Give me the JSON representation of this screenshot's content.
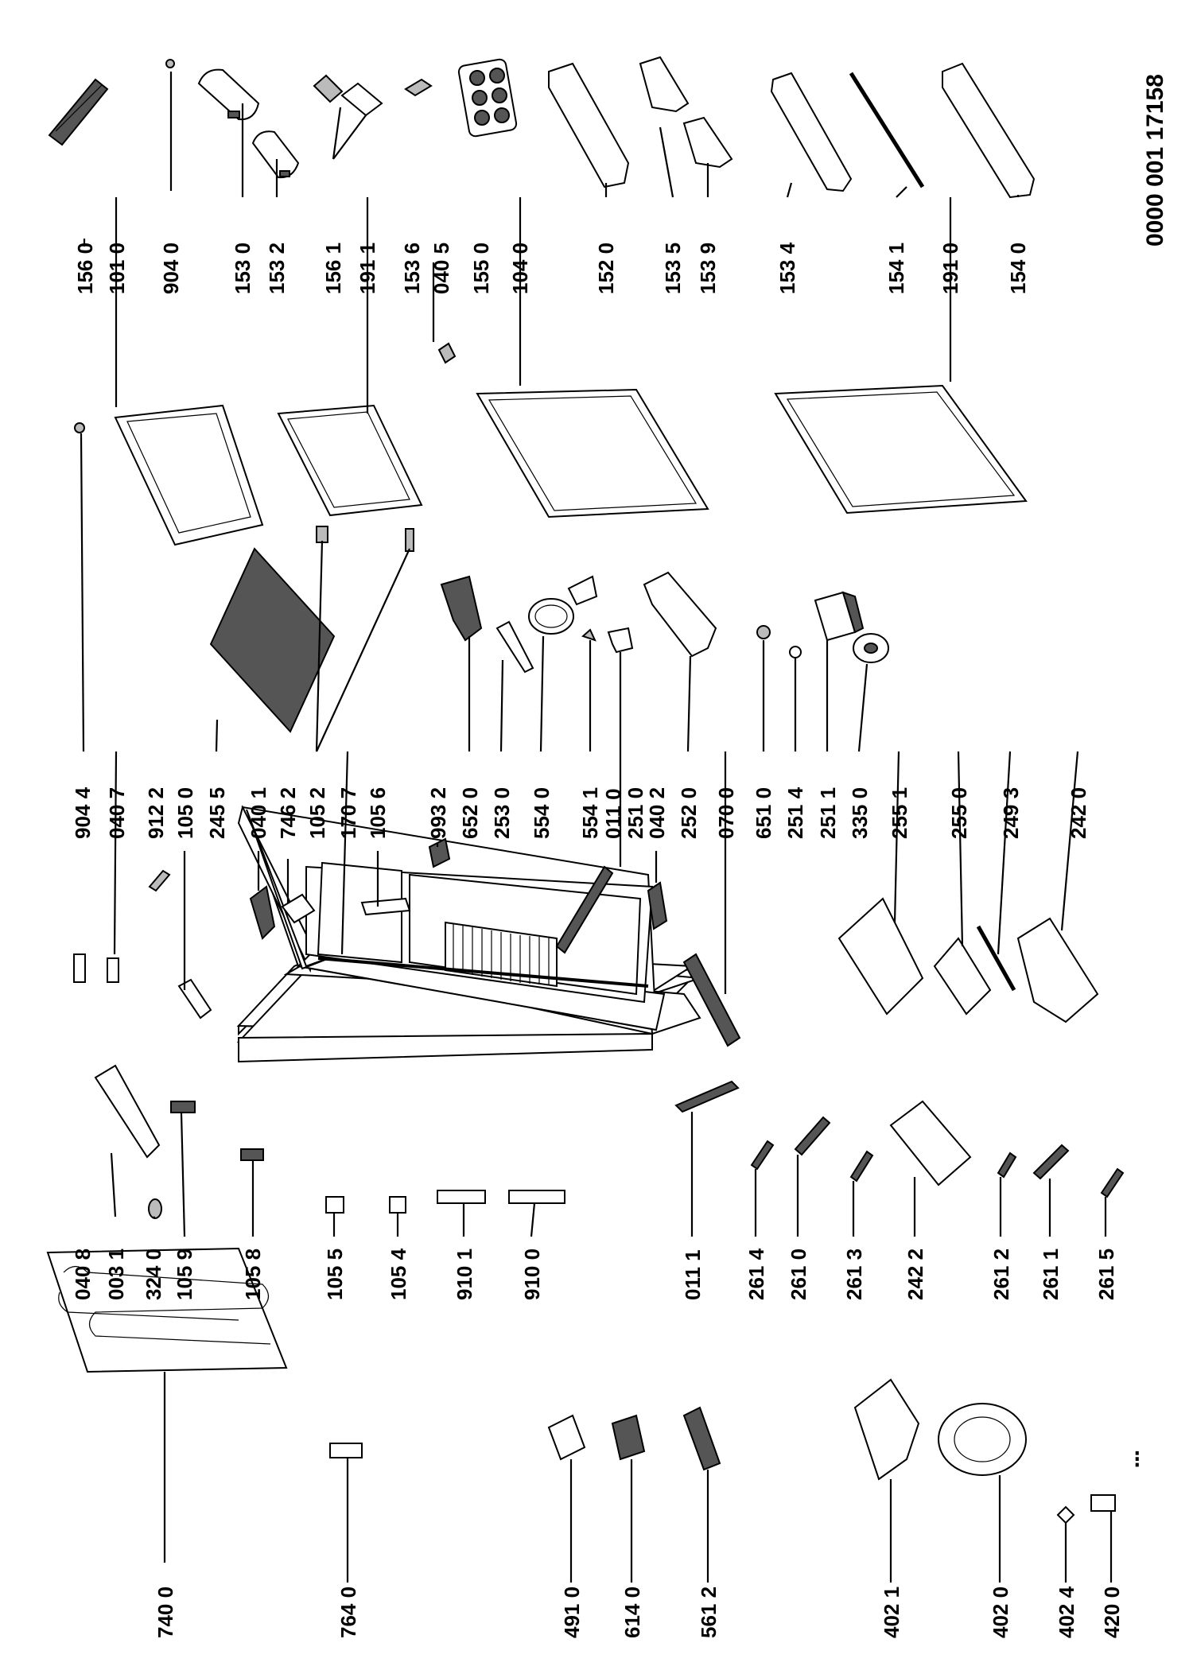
{
  "document_id": "0000 001 17158",
  "footer_mark": "⁝",
  "labels": {
    "l1560": "156 0",
    "l1010": "101 0",
    "l9040": "904 0",
    "l1530": "153 0",
    "l1532": "153 2",
    "l1561": "156 1",
    "l1911": "191 1",
    "l1536": "153 6",
    "l0405": "040 5",
    "l1550": "155 0",
    "l1040": "104 0",
    "l1520": "152 0",
    "l1535": "153 5",
    "l1539": "153 9",
    "l1534": "153 4",
    "l1541": "154 1",
    "l1910": "191 0",
    "l1540": "154 0",
    "l9044": "904 4",
    "l0407": "040 7",
    "l9122": "912 2",
    "l1050": "105 0",
    "l2455": "245 5",
    "l0401": "040 1",
    "l7462": "746 2",
    "l1052": "105 2",
    "l1707": "170 7",
    "l1056": "105 6",
    "l9932": "993 2",
    "l6520": "652 0",
    "l2530": "253 0",
    "l5540": "554 0",
    "l5541": "554 1",
    "l0110": "011 0",
    "l2510": "251 0",
    "l0402": "040 2",
    "l2520": "252 0",
    "l0700": "070 0",
    "l6510": "651 0",
    "l2514": "251 4",
    "l2511": "251 1",
    "l3350": "335 0",
    "l2551": "255 1",
    "l2550": "255 0",
    "l2493": "249 3",
    "l2420": "242 0",
    "l0408": "040 8",
    "l0031": "003 1",
    "l3240": "324 0",
    "l1059": "105 9",
    "l1058": "105 8",
    "l1055": "105 5",
    "l1054": "105 4",
    "l9101": "910 1",
    "l9100": "910 0",
    "l0111": "011 1",
    "l2614": "261 4",
    "l2610": "261 0",
    "l2613": "261 3",
    "l2422": "242 2",
    "l2612": "261 2",
    "l2611": "261 1",
    "l2615": "261 5",
    "l7400": "740 0",
    "l7640": "764 0",
    "l4910": "491 0",
    "l6140": "614 0",
    "l5612": "561 2",
    "l4021": "402 1",
    "l4020": "402 0",
    "l4024": "402 4",
    "l4200": "420 0"
  }
}
